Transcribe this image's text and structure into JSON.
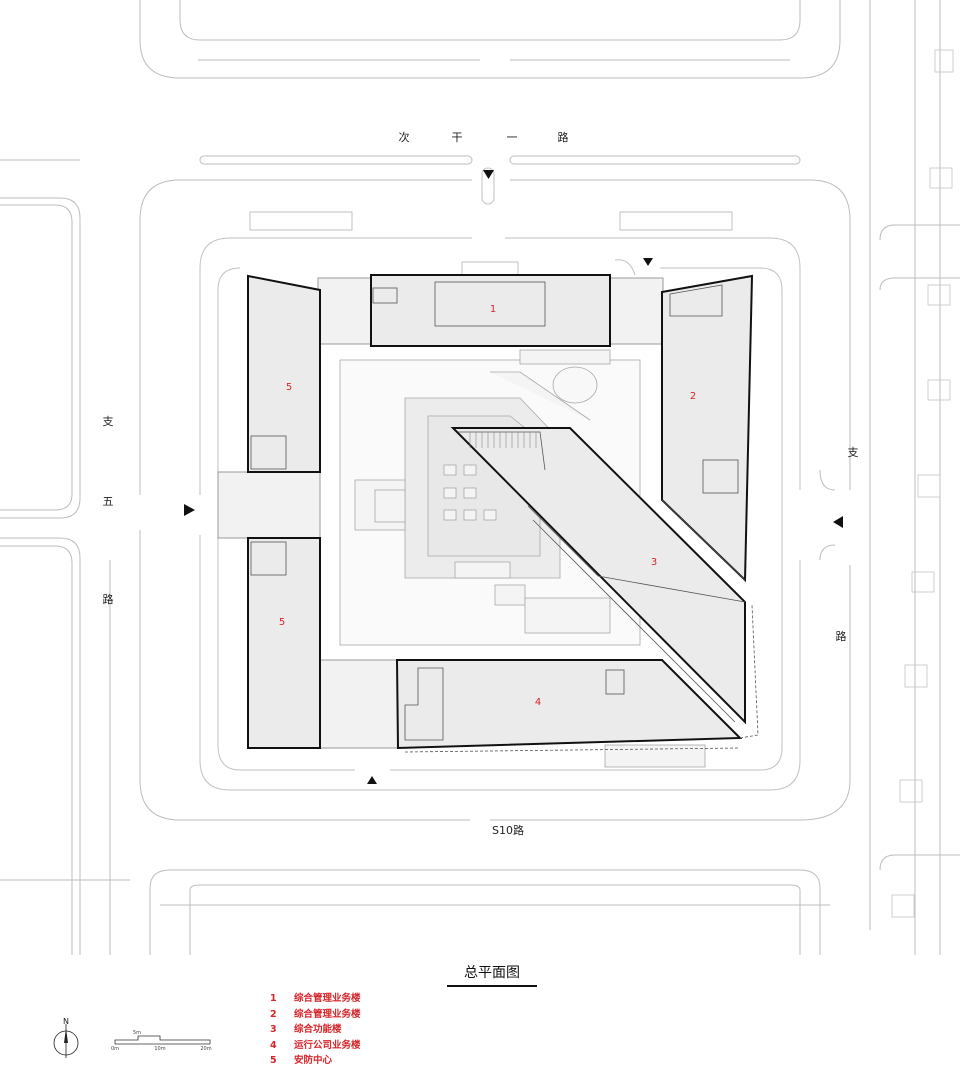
{
  "roads": {
    "north": [
      "次",
      "干",
      "一",
      "路"
    ],
    "west": [
      "支",
      "五",
      "路"
    ],
    "east": [
      "支",
      "路"
    ],
    "south": "S10路"
  },
  "buildings": [
    "1",
    "2",
    "3",
    "4",
    "5",
    "5"
  ],
  "title": "总平面图",
  "legend": [
    {
      "num": "1",
      "name": "综合管理业务楼"
    },
    {
      "num": "2",
      "name": "综合管理业务楼"
    },
    {
      "num": "3",
      "name": "综合功能楼"
    },
    {
      "num": "4",
      "name": "运行公司业务楼"
    },
    {
      "num": "5",
      "name": "安防中心"
    }
  ],
  "north_arrow": "N",
  "scale_bar": {
    "mid_label": "5m",
    "ticks": [
      "0m",
      "10m",
      "20m"
    ]
  },
  "colors": {
    "legend_text": "#d6262b",
    "building_fill": "#eeeeee",
    "building_outline": "#111111",
    "site_lines": "#b8b8b8"
  }
}
